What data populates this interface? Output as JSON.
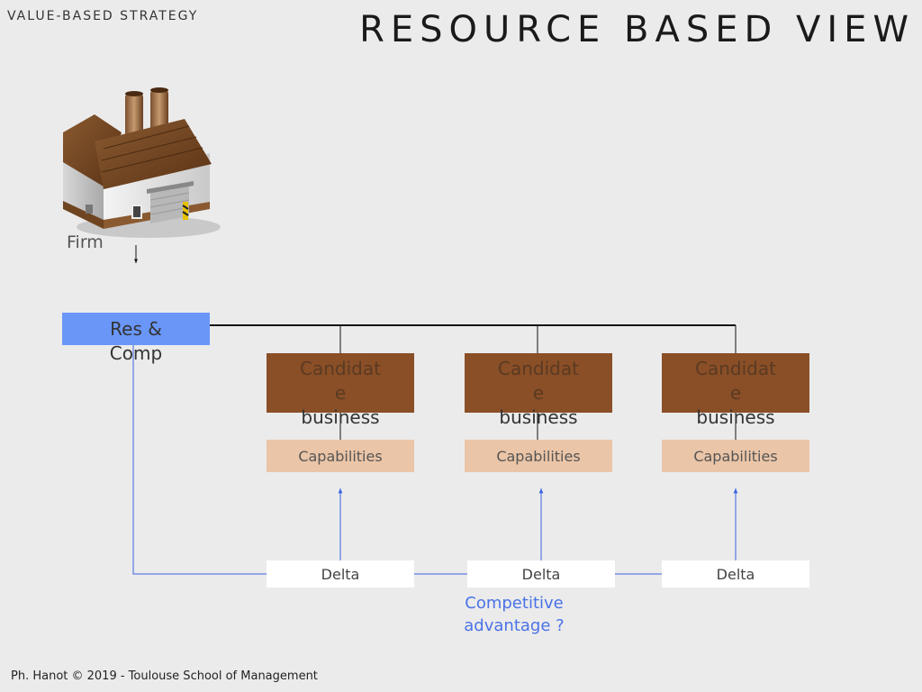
{
  "header": {
    "subtitle": "VALUE-BASED STRATEGY",
    "title": "RESOURCE BASED VIEW"
  },
  "firm": {
    "icon": "factory-icon",
    "label": "Firm"
  },
  "res_comp": {
    "line1": "Res &",
    "line2": "Comp"
  },
  "candidates": [
    {
      "line1": "Candidat",
      "line2": "e",
      "line3": "business",
      "capabilities": "Capabilities",
      "delta": "Delta"
    },
    {
      "line1": "Candidat",
      "line2": "e",
      "line3": "business",
      "capabilities": "Capabilities",
      "delta": "Delta"
    },
    {
      "line1": "Candidat",
      "line2": "e",
      "line3": "business",
      "capabilities": "Capabilities",
      "delta": "Delta"
    }
  ],
  "competitive_advantage": {
    "line1": "Competitive",
    "line2": "advantage ?"
  },
  "footer": "Ph. Hanot © 2019  -  Toulouse School of Management",
  "colors": {
    "res_box": "#6a96f8",
    "candidate_box": "#8a4f27",
    "capabilities_box": "#ebc5a7",
    "arrow_blue": "#3a63e0"
  }
}
